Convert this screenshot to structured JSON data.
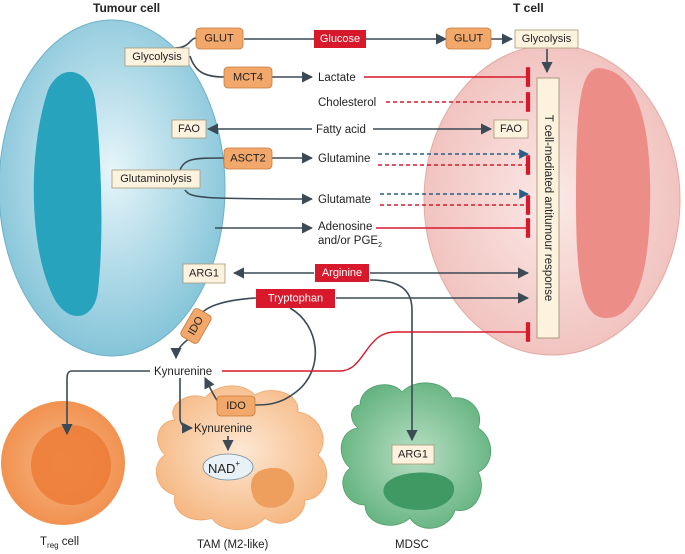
{
  "cells": {
    "tumour": "Tumour cell",
    "tcell": "T cell",
    "treg_main": "T",
    "treg_sub": "reg",
    "treg_tail": " cell",
    "tam": "TAM (M2-like)",
    "mdsc": "MDSC"
  },
  "boxes": {
    "glut_left": "GLUT",
    "glut_right": "GLUT",
    "glycolysis_left": "Glycolysis",
    "glycolysis_right": "Glycolysis",
    "mct4": "MCT4",
    "fao_left": "FAO",
    "fao_right": "FAO",
    "asct2": "ASCT2",
    "glutaminolysis": "Glutaminolysis",
    "arg1_tumour": "ARG1",
    "arg1_mdsc": "ARG1",
    "ido_tumour": "IDO",
    "ido_tam": "IDO",
    "glucose": "Glucose",
    "arginine": "Arginine",
    "tryptophan": "Tryptophan",
    "nad_main": "NAD",
    "nad_sup": "+",
    "response": "T cell-mediated antitumour response"
  },
  "metabolites": {
    "lactate": "Lactate",
    "cholesterol": "Cholesterol",
    "fatty_acid": "Fatty acid",
    "glutamine": "Glutamine",
    "glutamate": "Glutamate",
    "adenosine_1": "Adenosine",
    "adenosine_2": "and/or PGE",
    "pge_sub": "2",
    "kynurenine_main": "Kynurenine",
    "kynurenine_tam": "Kynurenine"
  },
  "colors": {
    "tumour_fill": "#9fd0e0",
    "tumour_nucleus": "#2fa6c0",
    "tcell_fill": "#f6d3d0",
    "tcell_nucleus": "#ef8f8c",
    "orange_box": "#f2a86a",
    "cream_box": "#fcf2de",
    "red_box": "#d7192b",
    "arrow_dark": "#3b4a55",
    "inhibit_red": "#d7192b",
    "dashed_blue": "#2a5d86",
    "treg_fill": "#f4a870",
    "tam_fill": "#f8c9a3",
    "mdsc_fill": "#6fb888"
  }
}
